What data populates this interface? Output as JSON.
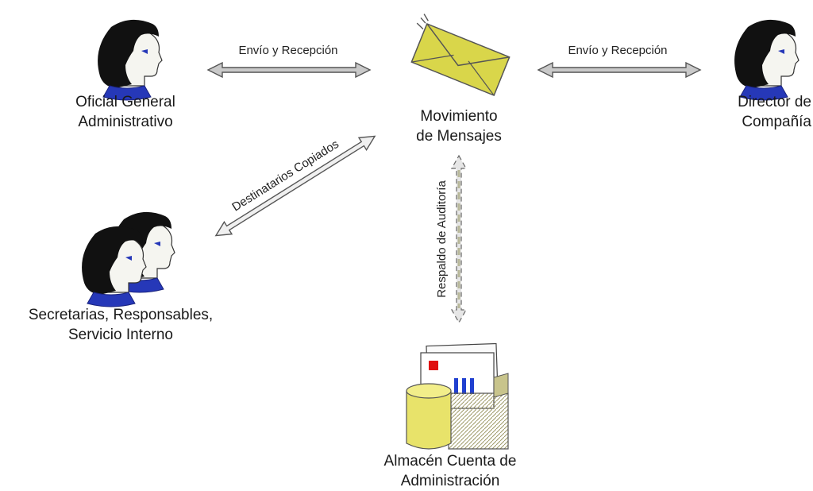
{
  "nodes": {
    "official": {
      "lines": [
        "Oficial General",
        "Administrativo"
      ]
    },
    "messages": {
      "lines": [
        "Movimiento",
        "de Mensajes"
      ]
    },
    "director": {
      "lines": [
        "Director de",
        "Compañía"
      ]
    },
    "secretaries": {
      "lines": [
        "Secretarias, Responsables,",
        "Servicio Interno"
      ]
    },
    "storage": {
      "lines": [
        "Almacén Cuenta de",
        "Administración"
      ]
    }
  },
  "connections": {
    "left_exchange": "Envío y Recepción",
    "right_exchange": "Envío y Recepción",
    "copied_recipients": "Destinatarios Copiados",
    "audit_backup": "Respaldo de Auditoría"
  },
  "colors": {
    "arrow_fill": "#c9c9c9",
    "arrow_stroke": "#555555",
    "envelope": "#d9d64a",
    "skin": "#f5f5f0",
    "hair": "#111111",
    "collar": "#2638b8",
    "cylinder": "#e8e36a",
    "box": "#d8d4a0"
  },
  "icons": {
    "person": "person-icon",
    "envelope": "envelope-icon",
    "group": "people-group-icon",
    "archive": "archive-box-icon"
  }
}
